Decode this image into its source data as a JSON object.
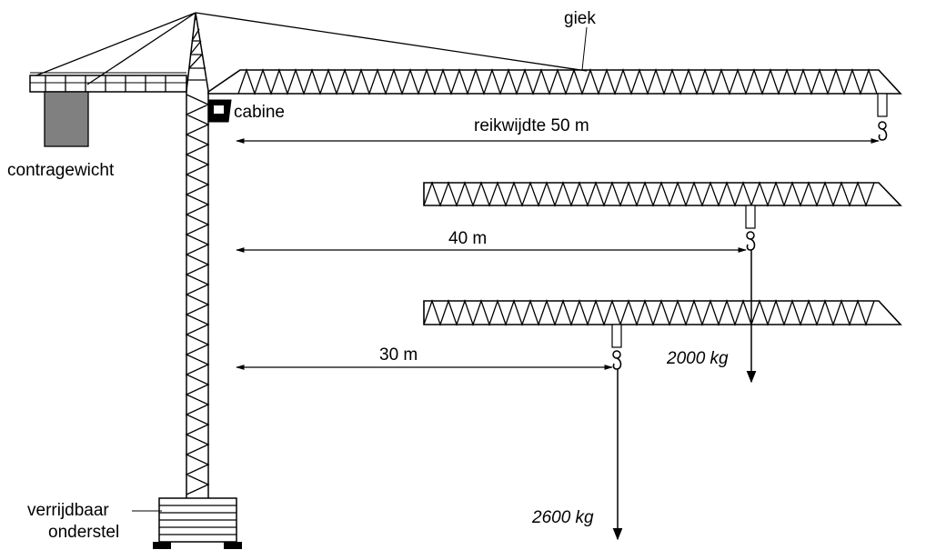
{
  "labels": {
    "jib": "giek",
    "cabin": "cabine",
    "counterweight": "contragewicht",
    "undercarriage_line1": "verrijdbaar",
    "undercarriage_line2": "onderstel"
  },
  "reaches": [
    {
      "label": "reikwijdte 50 m",
      "distance_m": 50
    },
    {
      "label": "40 m",
      "distance_m": 40,
      "load": "2000 kg"
    },
    {
      "label": "30 m",
      "distance_m": 30,
      "load": "2600 kg"
    }
  ],
  "colors": {
    "counterweight_fill": "#808080",
    "line": "#000000"
  }
}
